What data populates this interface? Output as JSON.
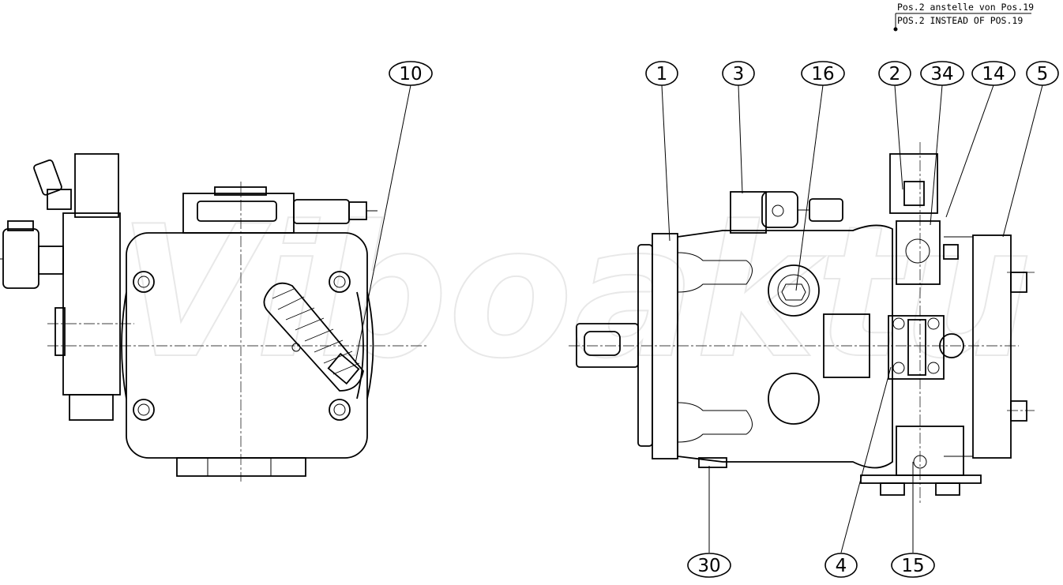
{
  "note": {
    "line1": "Pos.2 anstelle von Pos.19",
    "line2": "POS.2 INSTEAD OF POS.19"
  },
  "watermark_text": "Viboaktu",
  "callouts": [
    {
      "id": "10",
      "label": "10"
    },
    {
      "id": "1",
      "label": "1"
    },
    {
      "id": "3",
      "label": "3"
    },
    {
      "id": "16",
      "label": "16"
    },
    {
      "id": "2",
      "label": "2"
    },
    {
      "id": "34",
      "label": "34"
    },
    {
      "id": "14",
      "label": "14"
    },
    {
      "id": "5",
      "label": "5"
    },
    {
      "id": "30",
      "label": "30"
    },
    {
      "id": "4",
      "label": "4"
    },
    {
      "id": "15",
      "label": "15"
    }
  ],
  "colors": {
    "line": "#000000",
    "background": "#ffffff",
    "watermark": "#e8e8e8"
  }
}
